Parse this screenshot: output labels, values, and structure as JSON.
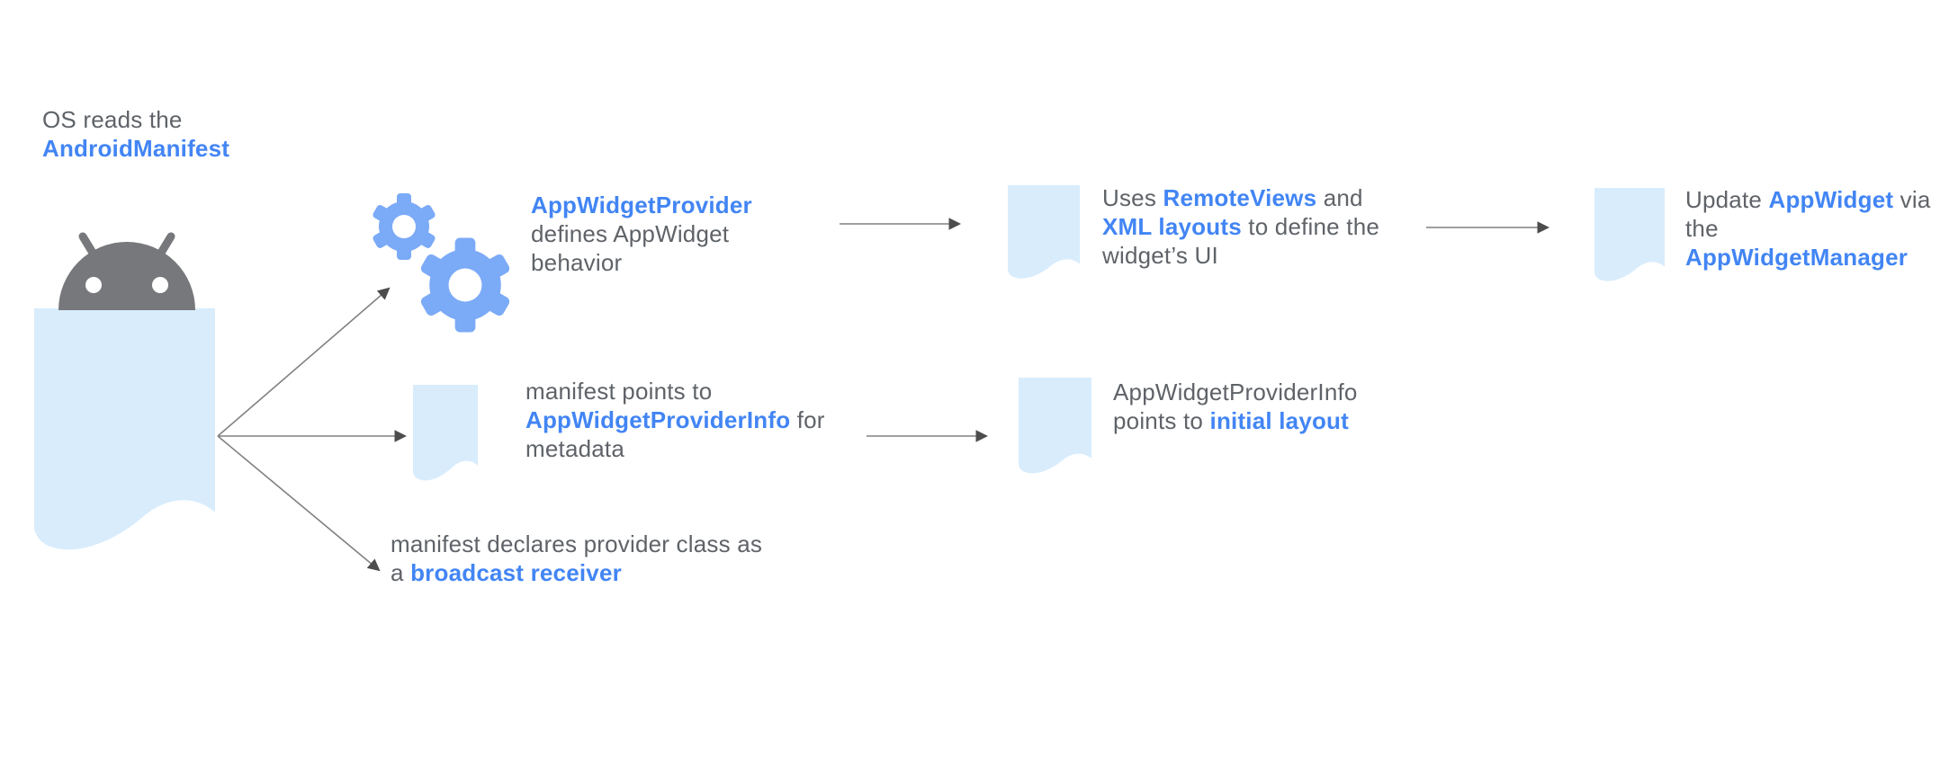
{
  "diagram": {
    "subject": "Android AppWidget flow diagram",
    "colors": {
      "link_blue": "#4285f4",
      "text_gray": "#5f6368",
      "document_fill": "#d8ecfc",
      "gear_blue": "#7baaf7",
      "robot_gray": "#77787b",
      "arrow_line": "#818181",
      "arrow_head": "#4d4d4d",
      "background": "#ffffff"
    },
    "icons": {
      "android_robot": "android-robot-icon",
      "manifest_document": "manifest-document-icon",
      "gears": "gears-icon",
      "document": "document-icon",
      "arrow": "arrow-icon"
    },
    "blocks": {
      "os_reads": {
        "lines": [
          [
            {
              "t": "OS reads the",
              "link": false
            }
          ],
          [
            {
              "t": "AndroidManifest",
              "link": true
            }
          ]
        ]
      },
      "provider": {
        "lines": [
          [
            {
              "t": "AppWidgetProvider",
              "link": true
            }
          ],
          [
            {
              "t": "defines AppWidget",
              "link": false
            }
          ],
          [
            {
              "t": "behavior",
              "link": false
            }
          ]
        ]
      },
      "remote_views": {
        "lines": [
          [
            {
              "t": "Uses ",
              "link": false
            },
            {
              "t": "RemoteViews",
              "link": true
            },
            {
              "t": " and",
              "link": false
            }
          ],
          [
            {
              "t": "XML layouts",
              "link": true
            },
            {
              "t": " to define the",
              "link": false
            }
          ],
          [
            {
              "t": "widget’s UI",
              "link": false
            }
          ]
        ]
      },
      "update_widget": {
        "lines": [
          [
            {
              "t": "Update ",
              "link": false
            },
            {
              "t": "AppWidget",
              "link": true
            },
            {
              "t": " via",
              "link": false
            }
          ],
          [
            {
              "t": "the",
              "link": false
            }
          ],
          [
            {
              "t": "AppWidgetManager",
              "link": true
            }
          ]
        ]
      },
      "manifest_points": {
        "lines": [
          [
            {
              "t": "manifest points to",
              "link": false
            }
          ],
          [
            {
              "t": "AppWidgetProviderInfo",
              "link": true
            },
            {
              "t": " for",
              "link": false
            }
          ],
          [
            {
              "t": "metadata",
              "link": false
            }
          ]
        ]
      },
      "provider_info": {
        "lines": [
          [
            {
              "t": "AppWidgetProviderInfo",
              "link": false
            }
          ],
          [
            {
              "t": "points to ",
              "link": false
            },
            {
              "t": "initial layout",
              "link": true
            }
          ]
        ]
      },
      "broadcast": {
        "lines": [
          [
            {
              "t": "manifest declares provider class as",
              "link": false
            }
          ],
          [
            {
              "t": "a ",
              "link": false
            },
            {
              "t": "broadcast receiver",
              "link": true
            }
          ]
        ]
      }
    }
  }
}
